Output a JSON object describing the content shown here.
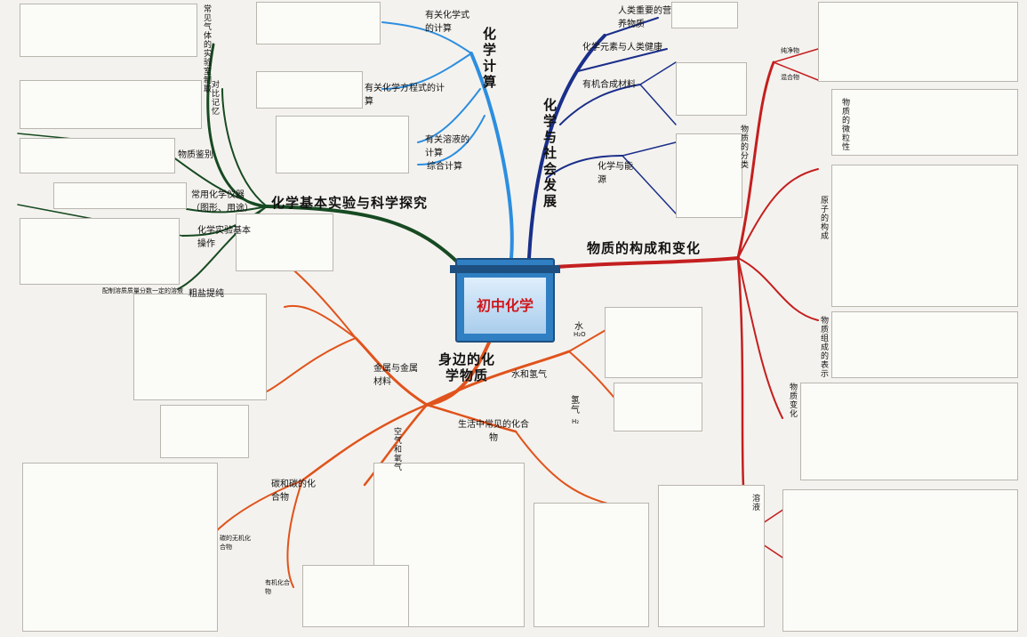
{
  "center_title": "初中化学",
  "branches": {
    "experiment": "化学基本实验与科学探究",
    "calculation": "化学计算",
    "society": "化学与社会发展",
    "structure": "物质的构成和变化",
    "substances": "身边的化学物质"
  },
  "experiment_items": {
    "gas_prep": "常见气体的实验室制取",
    "compare": "对比记忆",
    "identify": "物质鉴别",
    "instruments": "常用化学仪器（图形、用途）",
    "operations": "化学实验基本操作",
    "solution_prep": "配制溶质质量分数一定的溶液",
    "purify": "粗盐提纯"
  },
  "calc_items": {
    "formula_calc": "有关化学式的计算",
    "equation_calc": "有关化学方程式的计算",
    "solution_calc": "有关溶液的计算",
    "combined_calc": "综合计算"
  },
  "society_items": {
    "nutrition": "人类重要的营养物质",
    "elements_health": "化学元素与人类健康",
    "organic_materials": "有机合成材料",
    "energy": "化学与能源"
  },
  "structure_items": {
    "classification": "物质的分类",
    "pure": "纯净物",
    "mixture": "混合物",
    "micro": "物质的微粒性",
    "atom_structure": "原子的构成",
    "composition": "物质组成的表示",
    "change": "物质变化",
    "solution": "溶液"
  },
  "substance_items": {
    "water": "水",
    "water_formula": "H₂O",
    "hydrogen": "氢气",
    "hydrogen_formula": "H₂",
    "water_hydrogen": "水和氢气",
    "metals": "金属与金属材料",
    "common_compounds": "生活中常见的化合物",
    "air_oxygen": "空气和氧气",
    "carbon": "碳和碳的化合物",
    "carbon_compounds": "碳的无机化合物",
    "organic_compounds": "有机化合物"
  },
  "colors": {
    "dark_green": "#174a22",
    "blue": "#2c8ee0",
    "navy": "#1a2f8a",
    "red": "#c41f1f",
    "orange": "#e0531c"
  }
}
